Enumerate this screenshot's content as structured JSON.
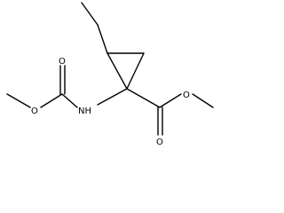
{
  "diagram": {
    "atoms": {
      "amine_label": "NH",
      "carbamate_ester_oxygen": "O",
      "carbamate_carbonyl_oxygen": "O",
      "ester_carbonyl_oxygen": "O",
      "ester_oxygen": "O"
    }
  }
}
